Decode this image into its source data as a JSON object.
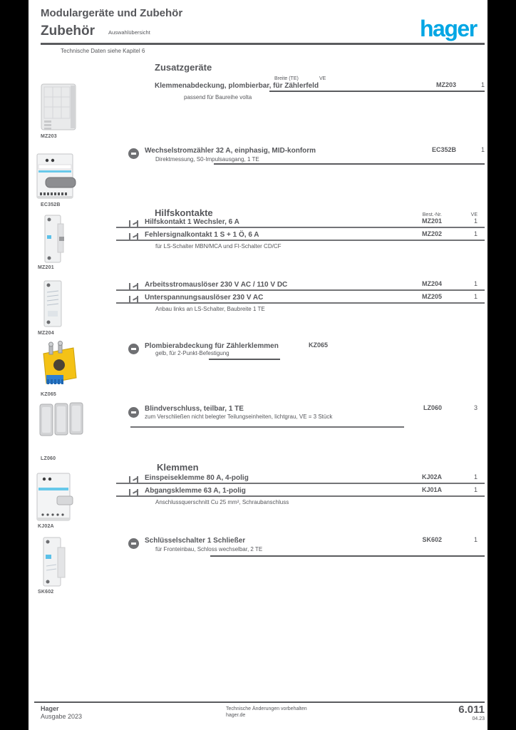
{
  "header": {
    "title_line1": "Modulargeräte und Zubehör",
    "title_line2": "Zubehör",
    "edition": "Auswahlübersicht",
    "note": "Technische Daten siehe Kapitel 6",
    "logo": "hager",
    "logo_color": "#00a6e4"
  },
  "sections": [
    {
      "heading": "Zusatzgeräte"
    },
    {
      "heading": "Hilfskontakte"
    },
    {
      "heading": "Klemmen"
    }
  ],
  "rows": {
    "r1": {
      "col1": "Breite (TE)",
      "col2": "VE",
      "name": "Klemmenabdeckung, plombierbar, für Zählerfeld",
      "ref": "MZ203",
      "pack": "1",
      "sub": "passend für Baureihe volta",
      "caption": "MZ203"
    },
    "r2": {
      "name": "Wechselstromzähler 32 A, einphasig, MID-konform",
      "spec": "Direktmessung, S0-Impulsausgang, 1 TE",
      "ref": "EC352B",
      "pack": "1",
      "caption": "EC352B"
    },
    "r3": {
      "col1": "Best.-Nr.",
      "col2": "VE",
      "items": [
        {
          "name": "Hilfskontakt 1 Wechsler, 6 A",
          "ref": "MZ201",
          "pack": "1"
        },
        {
          "name": "Fehlersignalkontakt 1 S + 1 Ö, 6 A",
          "ref": "MZ202",
          "pack": "1"
        }
      ],
      "sub": "für LS-Schalter MBN/MCA und FI-Schalter CD/CF",
      "caption": "MZ201"
    },
    "r4": {
      "items": [
        {
          "name": "Arbeitsstromauslöser 230 V AC / 110 V DC",
          "ref": "MZ204",
          "pack": "1"
        },
        {
          "name": "Unterspannungsauslöser 230 V AC",
          "ref": "MZ205",
          "pack": "1"
        }
      ],
      "sub": "Anbau links an LS-Schalter, Baubreite 1 TE",
      "caption": "MZ204"
    },
    "r5": {
      "name": "Plombierabdeckung für Zählerklemmen",
      "sub": "gelb, für 2-Punkt-Befestigung",
      "ref": "KZ065",
      "caption": "KZ065"
    },
    "r6": {
      "name": "Blindverschluss, teilbar, 1 TE",
      "spec": "zum Verschließen nicht belegter Teilungseinheiten, lichtgrau, VE = 3 Stück",
      "ref": "LZ060",
      "pack": "3",
      "caption": "LZ060"
    },
    "r7": {
      "items": [
        {
          "name": "Einspeiseklemme 80 A, 4-polig",
          "ref": "KJ02A",
          "pack": "1"
        },
        {
          "name": "Abgangsklemme 63 A, 1-polig",
          "ref": "KJ01A",
          "pack": "1"
        }
      ],
      "sub": "Anschlussquerschnitt Cu 25 mm², Schraubanschluss",
      "caption": "KJ02A"
    },
    "r8": {
      "name": "Schlüsselschalter 1 Schließer",
      "spec": "für Fronteinbau, Schloss wechselbar, 2 TE",
      "ref": "SK602",
      "pack": "1",
      "caption": "SK602"
    }
  },
  "footer": {
    "brand": "Hager",
    "edition": "Ausgabe 2023",
    "note": "Technische Änderungen vorbehalten",
    "site": "hager.de",
    "page": "6.011",
    "page_sub": "04.23"
  }
}
